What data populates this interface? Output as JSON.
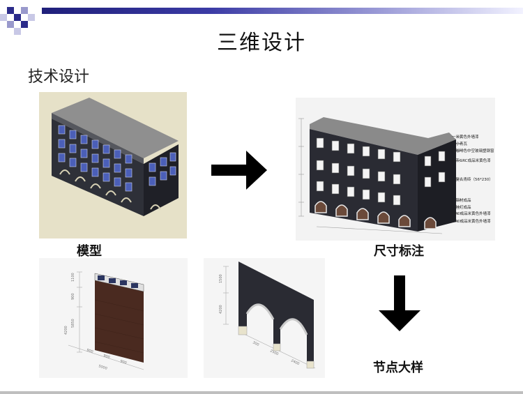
{
  "slide": {
    "title": "三维设计",
    "subtitle": "技术设计"
  },
  "captions": {
    "model": "模型",
    "dimension": "尺寸标注",
    "detail": "节点大样"
  },
  "callouts": [
    "一米黄色外墙漆",
    "一小青瓦",
    "深咖啡色中空玻璃塑钢窗",
    "深灰GRC成品米黄色漆",
    "一复古青砖（56*230）",
    "一铝材成品",
    "一挂灯成品",
    "GRC成品米黄色外墙漆",
    "GRC成品米黄色外墙漆"
  ],
  "wall_dimensions": {
    "vertical": [
      "1100",
      "900",
      "5850",
      "4200"
    ],
    "horizontal": [
      "900",
      "900",
      "900",
      "5000"
    ]
  },
  "arch_dimensions": {
    "vertical": [
      "1500",
      "4200"
    ],
    "horizontal": [
      "300",
      "2500",
      "2400"
    ]
  },
  "colors": {
    "header_dark": "#1f1f7a",
    "checker_dark": "#2b2b8a",
    "checker_light": "#9999cc",
    "building_dark": "#2a2b33",
    "window_blue": "#3a4a9a",
    "model_bg": "#e6e1c8",
    "brick": "#4a2a20",
    "arrow": "#000000"
  }
}
